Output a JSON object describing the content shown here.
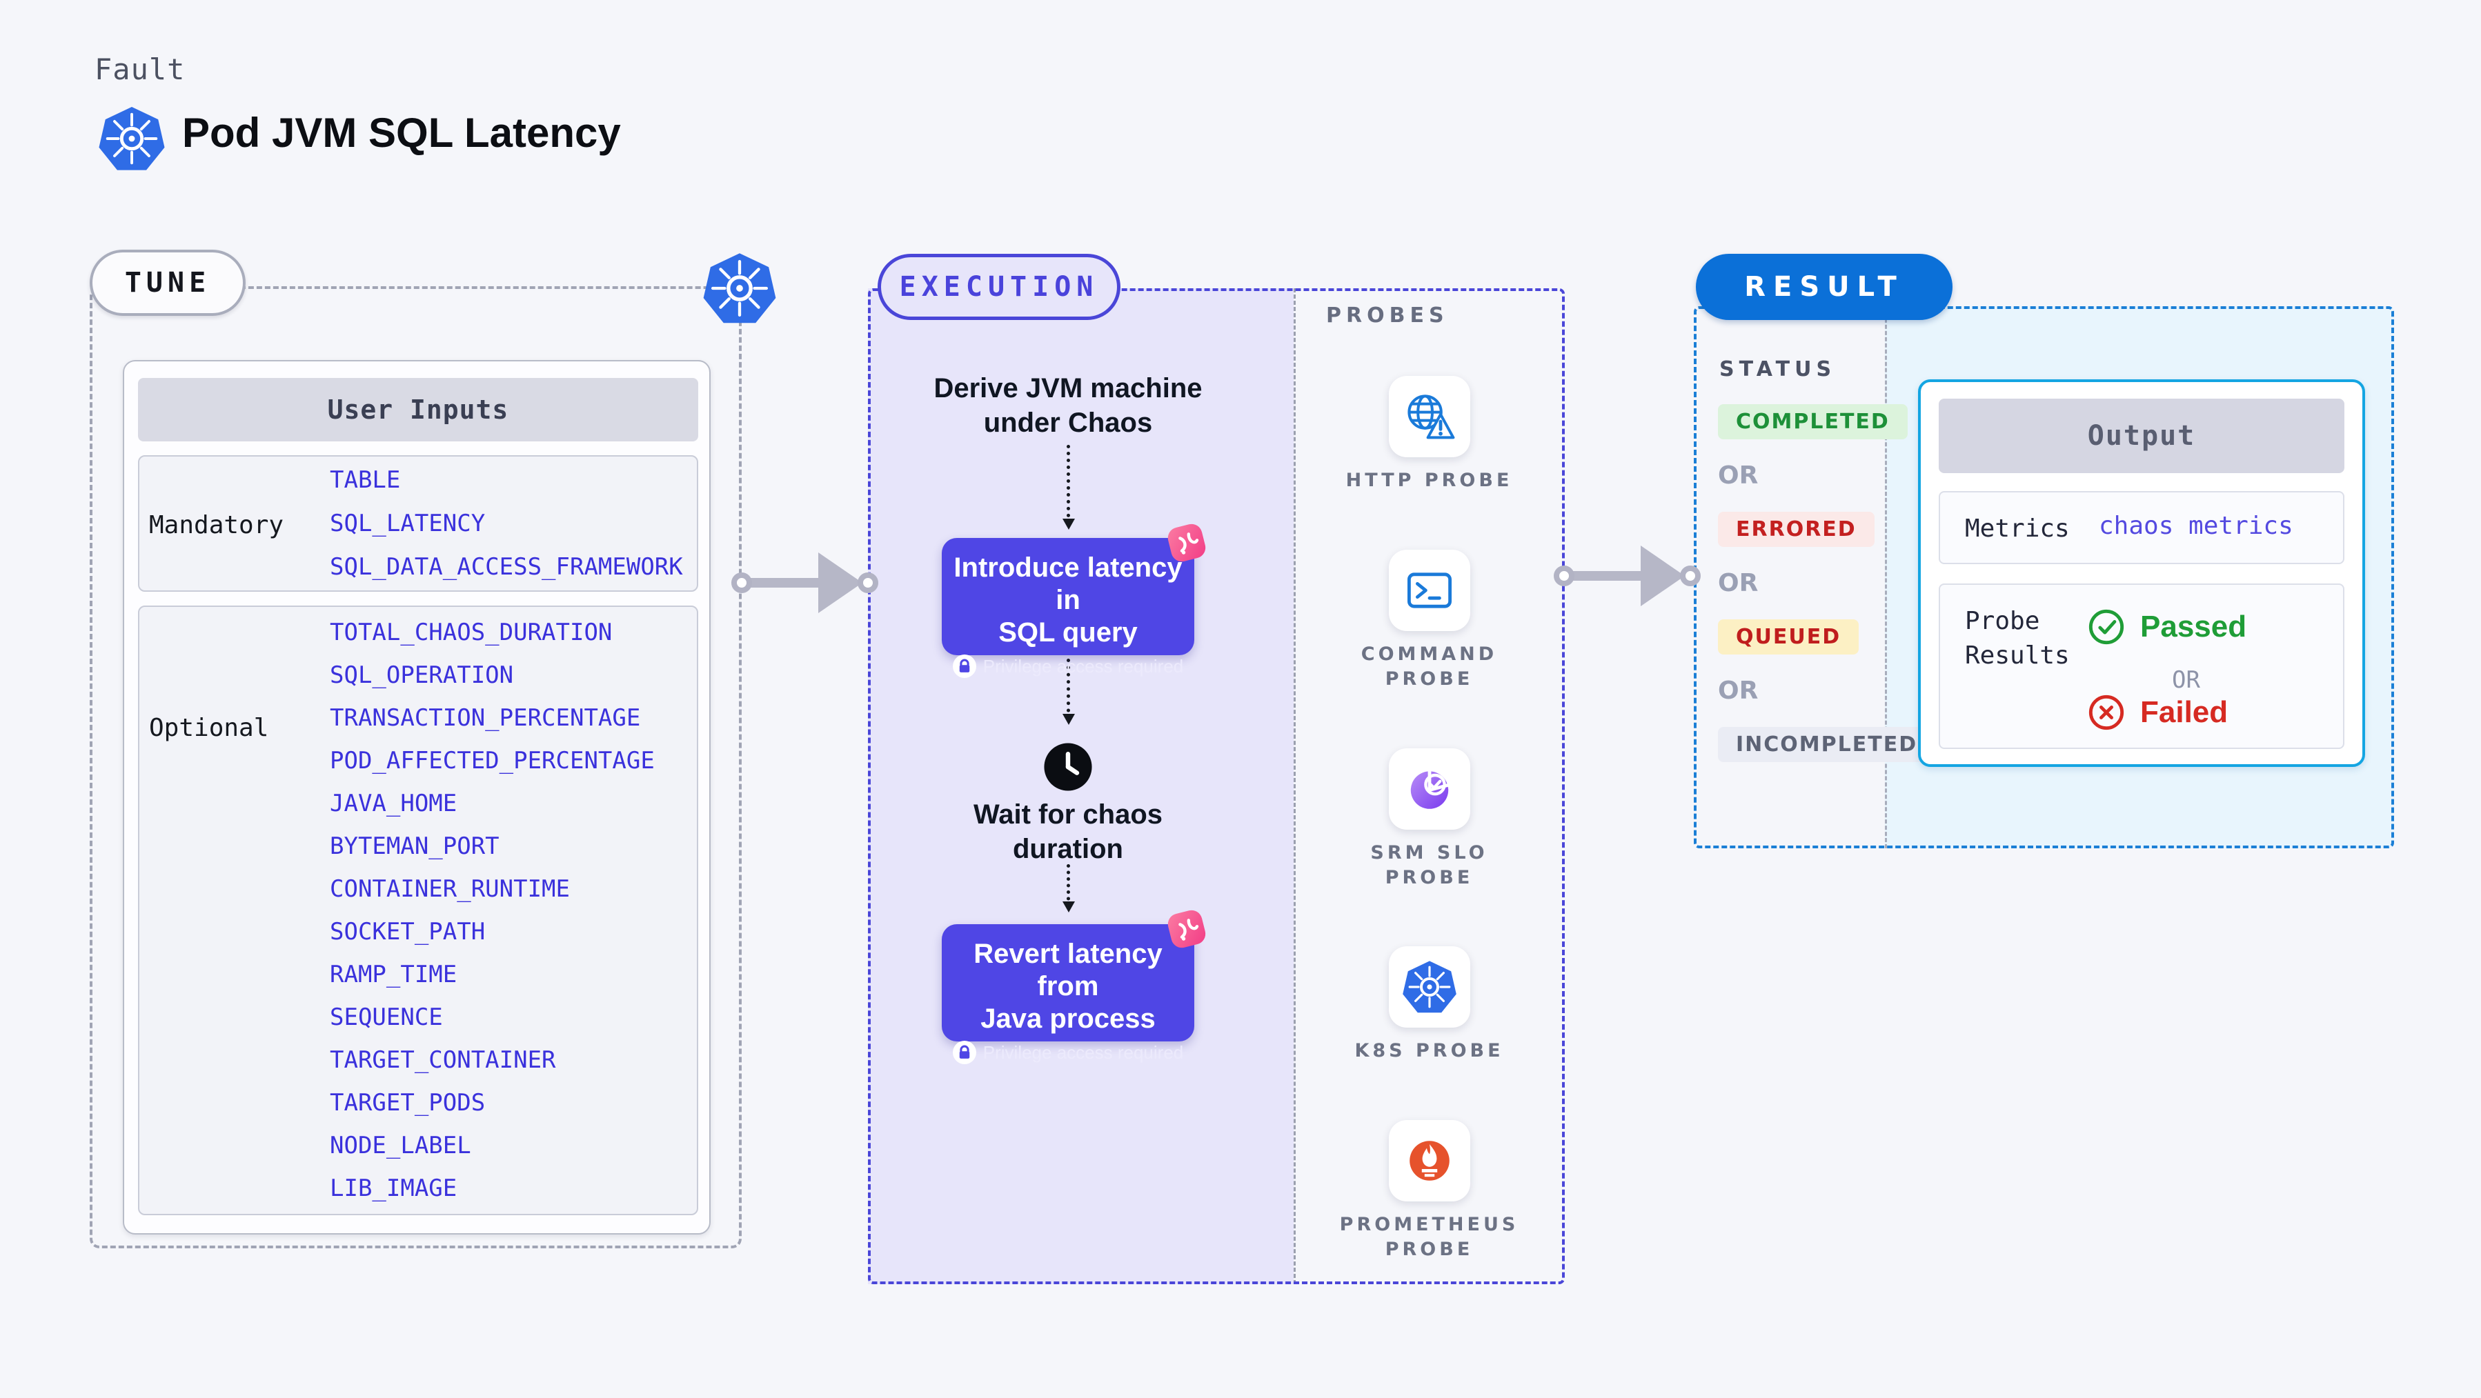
{
  "page": {
    "eyebrow": "Fault",
    "title": "Pod JVM SQL Latency"
  },
  "tune": {
    "badge": "TUNE",
    "table_header": "User Inputs",
    "mandatory": {
      "label": "Mandatory",
      "items": [
        "TABLE",
        "SQL_LATENCY",
        "SQL_DATA_ACCESS_FRAMEWORK"
      ]
    },
    "optional": {
      "label": "Optional",
      "items": [
        "TOTAL_CHAOS_DURATION",
        "SQL_OPERATION",
        "TRANSACTION_PERCENTAGE",
        "POD_AFFECTED_PERCENTAGE",
        "JAVA_HOME",
        "BYTEMAN_PORT",
        "CONTAINER_RUNTIME",
        "SOCKET_PATH",
        "RAMP_TIME",
        "SEQUENCE",
        "TARGET_CONTAINER",
        "TARGET_PODS",
        "NODE_LABEL",
        "LIB_IMAGE"
      ]
    }
  },
  "execution": {
    "badge": "EXECUTION",
    "derive": {
      "line1": "Derive JVM machine",
      "line2": "under Chaos"
    },
    "inject": {
      "line1": "Introduce latency in",
      "line2": "SQL query",
      "note": "Privilege access required"
    },
    "wait": {
      "line1": "Wait for chaos",
      "line2": "duration"
    },
    "revert": {
      "line1": "Revert latency from",
      "line2": "Java process",
      "note": "Privilege access required"
    }
  },
  "probes": {
    "label": "PROBES",
    "items": [
      {
        "label": "HTTP PROBE",
        "icon": "http-probe-icon"
      },
      {
        "label": "COMMAND PROBE",
        "icon": "command-probe-icon"
      },
      {
        "label": "SRM SLO PROBE",
        "icon": "srm-slo-probe-icon"
      },
      {
        "label": "K8S PROBE",
        "icon": "k8s-probe-icon"
      },
      {
        "label": "PROMETHEUS PROBE",
        "icon": "prometheus-probe-icon"
      }
    ]
  },
  "result": {
    "badge": "RESULT",
    "status_label": "STATUS",
    "separator": "OR",
    "statuses": [
      {
        "label": "COMPLETED",
        "fg": "#1d9038",
        "bg": "#dcf3dc"
      },
      {
        "label": "ERRORED",
        "fg": "#c32020",
        "bg": "#fbe9e8"
      },
      {
        "label": "QUEUED",
        "fg": "#c01d1d",
        "bg": "#fcf0c4"
      },
      {
        "label": "INCOMPLETED",
        "fg": "#5d6375",
        "bg": "#eaecf4"
      }
    ],
    "output": {
      "header": "Output",
      "metrics_label": "Metrics",
      "metrics_value": "chaos metrics",
      "probe_results_label": "Probe Results",
      "passed": "Passed",
      "or_label": "OR",
      "failed": "Failed"
    }
  },
  "colors": {
    "accent_indigo": "#4f46e5",
    "execution_border": "#4a46d8",
    "execution_fill": "#e7e5fa",
    "tune_border": "#a0a4b4",
    "result_badge_blue": "#0b70d8",
    "result_border_blue": "#1b7fd6",
    "output_border_cyan": "#14a5e2",
    "output_area_cyan": "#e8f5fd",
    "param_link_blue": "#3a31dc",
    "passed_green": "#1f9d37",
    "failed_red": "#d62a22",
    "arrow_gray": "#b6b7c7",
    "chaos_pink": "#f23d86",
    "kubernetes_blue": "#2f6ce6",
    "prometheus_orange": "#e6522c",
    "srm_purple": "#7d3ff0"
  }
}
